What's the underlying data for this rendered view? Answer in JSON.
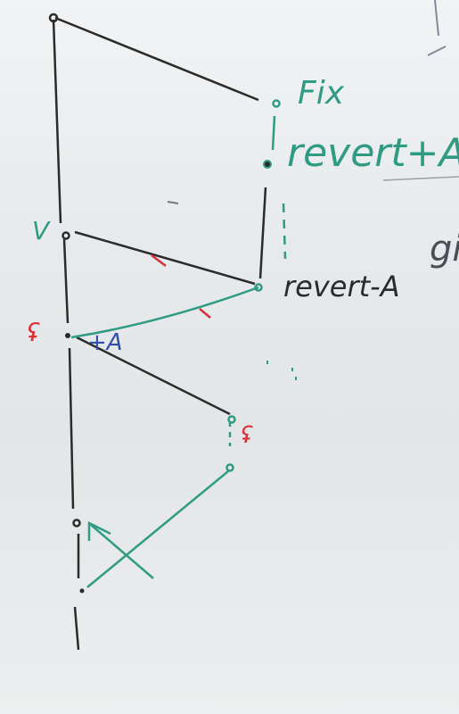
{
  "labels": {
    "fix": "Fix",
    "revert_plus_a": "revert+A",
    "revert_minus_a": "revert-A",
    "plus_a": "+A",
    "v_mark": "V",
    "bug_mark_left": "ʢ",
    "bug_mark_right": "ʢ",
    "partial_word": "gi"
  },
  "colors": {
    "ink_black": "#2b2b2b",
    "ink_green": "#2f9b83",
    "ink_blue": "#2f4fa8",
    "ink_red": "#d8313a"
  }
}
